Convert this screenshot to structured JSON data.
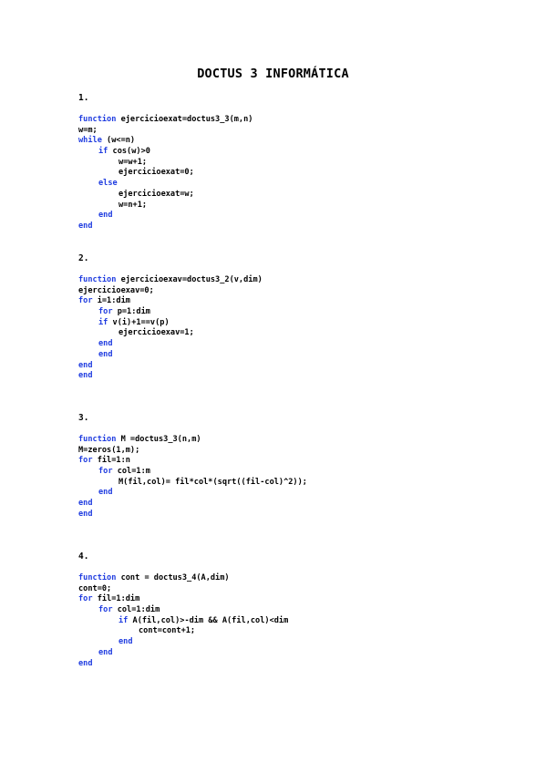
{
  "title": "DOCTUS 3 INFORMÁTICA",
  "sections": [
    {
      "number": "1.",
      "lines": [
        {
          "kw": "function",
          "text": " ejercicioexat=doctus3_3(m,n)"
        },
        {
          "text": "w=m;"
        },
        {
          "kw": "while",
          "text": " (w<=n)"
        },
        {
          "kw": "if",
          "text": " cos(w)>0"
        },
        {
          "text": "w=w+1;"
        },
        {
          "text": "ejercicioexat=0;"
        },
        {
          "kw": "else"
        },
        {
          "text": "ejercicioexat=w;"
        },
        {
          "text": "w=n+1;"
        },
        {
          "kw": "end"
        },
        {
          "kw": "end"
        }
      ]
    },
    {
      "number": "2.",
      "lines": [
        {
          "kw": "function",
          "text": " ejercicioexav=doctus3_2(v,dim)"
        },
        {
          "text": "ejercicioexav=0;"
        },
        {
          "kw": "for",
          "text": " i=1:dim"
        },
        {
          "kw": "for",
          "text": " p=1:dim"
        },
        {
          "kw": "if",
          "text": " v(i)+1==v(p)"
        },
        {
          "text": "ejercicioexav=1;"
        },
        {
          "kw": "end"
        },
        {
          "kw": "end"
        },
        {
          "kw": "end"
        },
        {
          "kw": "end"
        }
      ]
    },
    {
      "number": "3.",
      "lines": [
        {
          "kw": "function",
          "text": " M =doctus3_3(n,m)"
        },
        {
          "text": "M=zeros(1,m);"
        },
        {
          "kw": "for",
          "text": " fil=1:n"
        },
        {
          "kw": "for",
          "text": " col=1:m"
        },
        {
          "text": "M(fil,col)= fil*col*(sqrt((fil-col)^2));"
        },
        {
          "kw": "end"
        },
        {
          "kw": "end"
        },
        {
          "kw": "end"
        }
      ]
    },
    {
      "number": "4.",
      "lines": [
        {
          "kw": "function",
          "text": " cont = doctus3_4(A,dim)"
        },
        {
          "text": "cont=0;"
        },
        {
          "kw": "for",
          "text": " fil=1:dim"
        },
        {
          "kw": "for",
          "text": " col=1:dim"
        },
        {
          "kw": "if",
          "text": " A(fil,col)>-dim && A(fil,col)<dim"
        },
        {
          "text": "cont=cont+1;"
        },
        {
          "kw": "end"
        },
        {
          "kw": "end"
        },
        {
          "kw": "end"
        }
      ]
    }
  ]
}
